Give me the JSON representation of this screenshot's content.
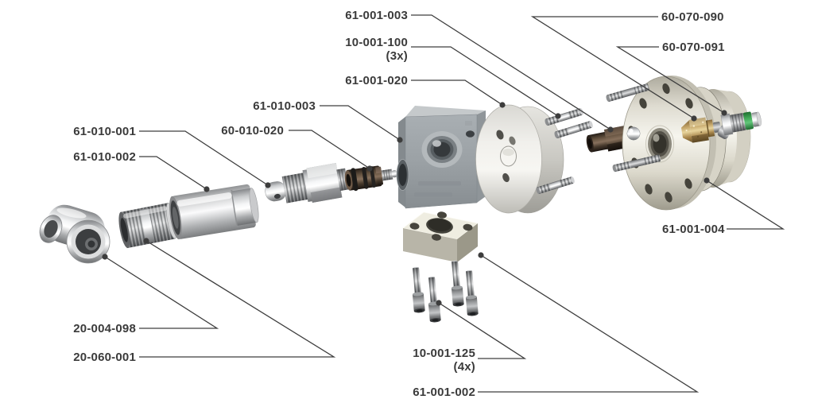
{
  "diagram": {
    "kind": "exploded-assembly-parts-diagram",
    "background": "#ffffff",
    "leader_color": "#3d3d3d",
    "label_color": "#3b3b3b"
  },
  "callouts": [
    {
      "part_number": "61-001-003"
    },
    {
      "part_number": "10-001-100",
      "qty": "(3x)"
    },
    {
      "part_number": "61-001-020"
    },
    {
      "part_number": "61-010-003"
    },
    {
      "part_number": "60-010-020"
    },
    {
      "part_number": "61-010-001"
    },
    {
      "part_number": "61-010-002"
    },
    {
      "part_number": "20-004-098"
    },
    {
      "part_number": "20-060-001"
    },
    {
      "part_number": "10-001-125",
      "qty": "(4x)"
    },
    {
      "part_number": "61-001-002"
    },
    {
      "part_number": "61-001-004"
    },
    {
      "part_number": "60-070-090"
    },
    {
      "part_number": "60-070-091"
    }
  ],
  "colors": {
    "chrome_metal": "#d9dadb",
    "block_gray": "#9aa0a4",
    "cream_metal": "#e9e6da",
    "bronze_cartridge": "#5d4c3e",
    "brass_fitting": "#c9ad72",
    "green_ring": "#45b05c",
    "oring_black": "#1b1a18"
  }
}
